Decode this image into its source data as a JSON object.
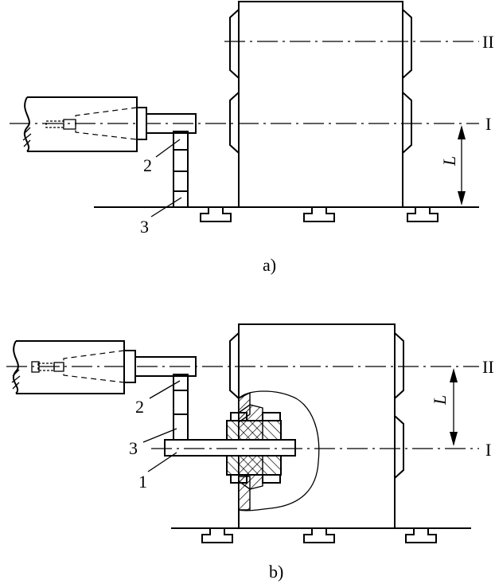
{
  "panel_a": {
    "caption": "a)",
    "labels": {
      "plane_upper": "II",
      "plane_lower": "I",
      "part_2": "2",
      "part_3": "3",
      "distance": "L"
    }
  },
  "panel_b": {
    "caption": "b)",
    "labels": {
      "plane_upper": "II",
      "plane_lower": "I",
      "part_2": "2",
      "part_3": "3",
      "part_1": "1",
      "distance": "L"
    }
  }
}
